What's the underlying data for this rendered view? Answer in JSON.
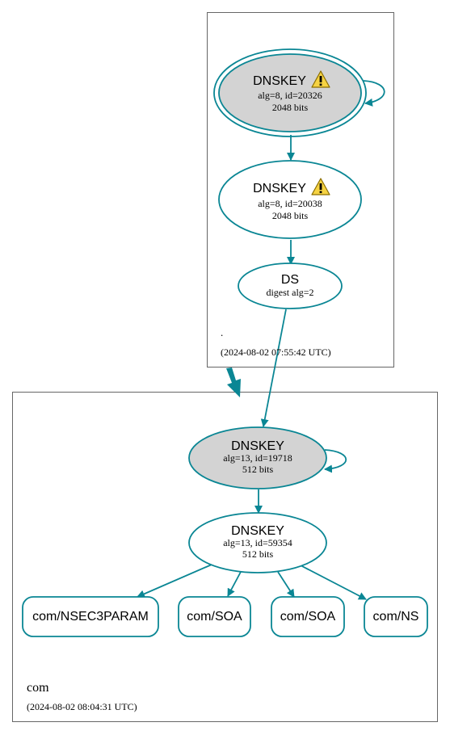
{
  "colors": {
    "edge": "#0a8694",
    "filled_node": "#d3d3d3",
    "plain_node": "#ffffff",
    "warning_fill": "#f6d343",
    "zone_border": "#666666"
  },
  "zones": {
    "root": {
      "name": ".",
      "timestamp": "(2024-08-02 07:55:42 UTC)"
    },
    "com": {
      "name": "com",
      "timestamp": "(2024-08-02 08:04:31 UTC)"
    }
  },
  "nodes": {
    "root_ksk": {
      "title": "DNSKEY",
      "line1": "alg=8, id=20326",
      "line2": "2048 bits",
      "warning": true,
      "icon": "warning-icon"
    },
    "root_zsk": {
      "title": "DNSKEY",
      "line1": "alg=8, id=20038",
      "line2": "2048 bits",
      "warning": true,
      "icon": "warning-icon"
    },
    "root_ds": {
      "title": "DS",
      "line1": "digest alg=2"
    },
    "com_ksk": {
      "title": "DNSKEY",
      "line1": "alg=13, id=19718",
      "line2": "512 bits"
    },
    "com_zsk": {
      "title": "DNSKEY",
      "line1": "alg=13, id=59354",
      "line2": "512 bits"
    },
    "rrsets": [
      {
        "label": "com/NSEC3PARAM"
      },
      {
        "label": "com/SOA"
      },
      {
        "label": "com/SOA"
      },
      {
        "label": "com/NS"
      }
    ]
  }
}
